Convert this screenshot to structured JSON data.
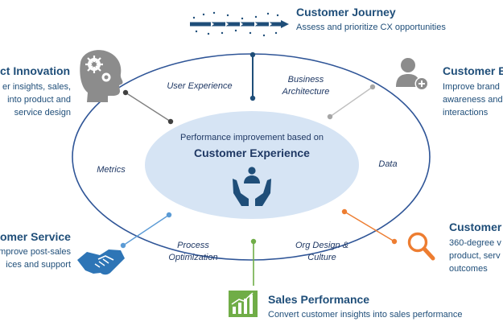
{
  "colors": {
    "navy": "#1f4e79",
    "ring_outline": "#2f5597",
    "center_fill": "#d6e4f4",
    "orange": "#ed7d31",
    "green": "#70ad47",
    "light_blue": "#5b9bd5",
    "gray": "#a6a6a6",
    "icon_gray": "#8c8c8c",
    "handshake_blue": "#2e75b6"
  },
  "center": {
    "top": "Performance improvement based on",
    "main": "Customer Experience",
    "icon": "hands-holding-person-icon"
  },
  "ring_labels": {
    "user_experience": "User Experience",
    "business_architecture": [
      "Business",
      "Architecture"
    ],
    "metrics": "Metrics",
    "data": "Data",
    "process_optimization": [
      "Process",
      "Optimization"
    ],
    "org_design": [
      "Org Design &",
      "Culture"
    ]
  },
  "callouts": {
    "customer_journey": {
      "title": "Customer Journey",
      "lines": [
        "Assess and prioritize CX opportunities"
      ],
      "icon": "dotted-arrow-icon"
    },
    "product_innovation": {
      "title": "ct Innovation",
      "lines": [
        "er insights, sales,",
        "into product and",
        "service design"
      ],
      "icon": "head-gears-icon"
    },
    "customer_engagement": {
      "title": "Customer E",
      "lines": [
        "Improve brand",
        "awareness and",
        "interactions"
      ],
      "icon": "user-add-icon"
    },
    "customer_service": {
      "title": "omer Service",
      "lines": [
        "mprove post-sales",
        "ices  and support"
      ],
      "icon": "handshake-icon"
    },
    "customer_insights": {
      "title": "Customer",
      "lines": [
        "360-degree v",
        "product, serv",
        "outcomes"
      ],
      "icon": "magnifier-icon"
    },
    "sales_performance": {
      "title": "Sales Performance",
      "lines": [
        "Convert customer insights into sales performance"
      ],
      "icon": "bar-chart-icon"
    }
  }
}
